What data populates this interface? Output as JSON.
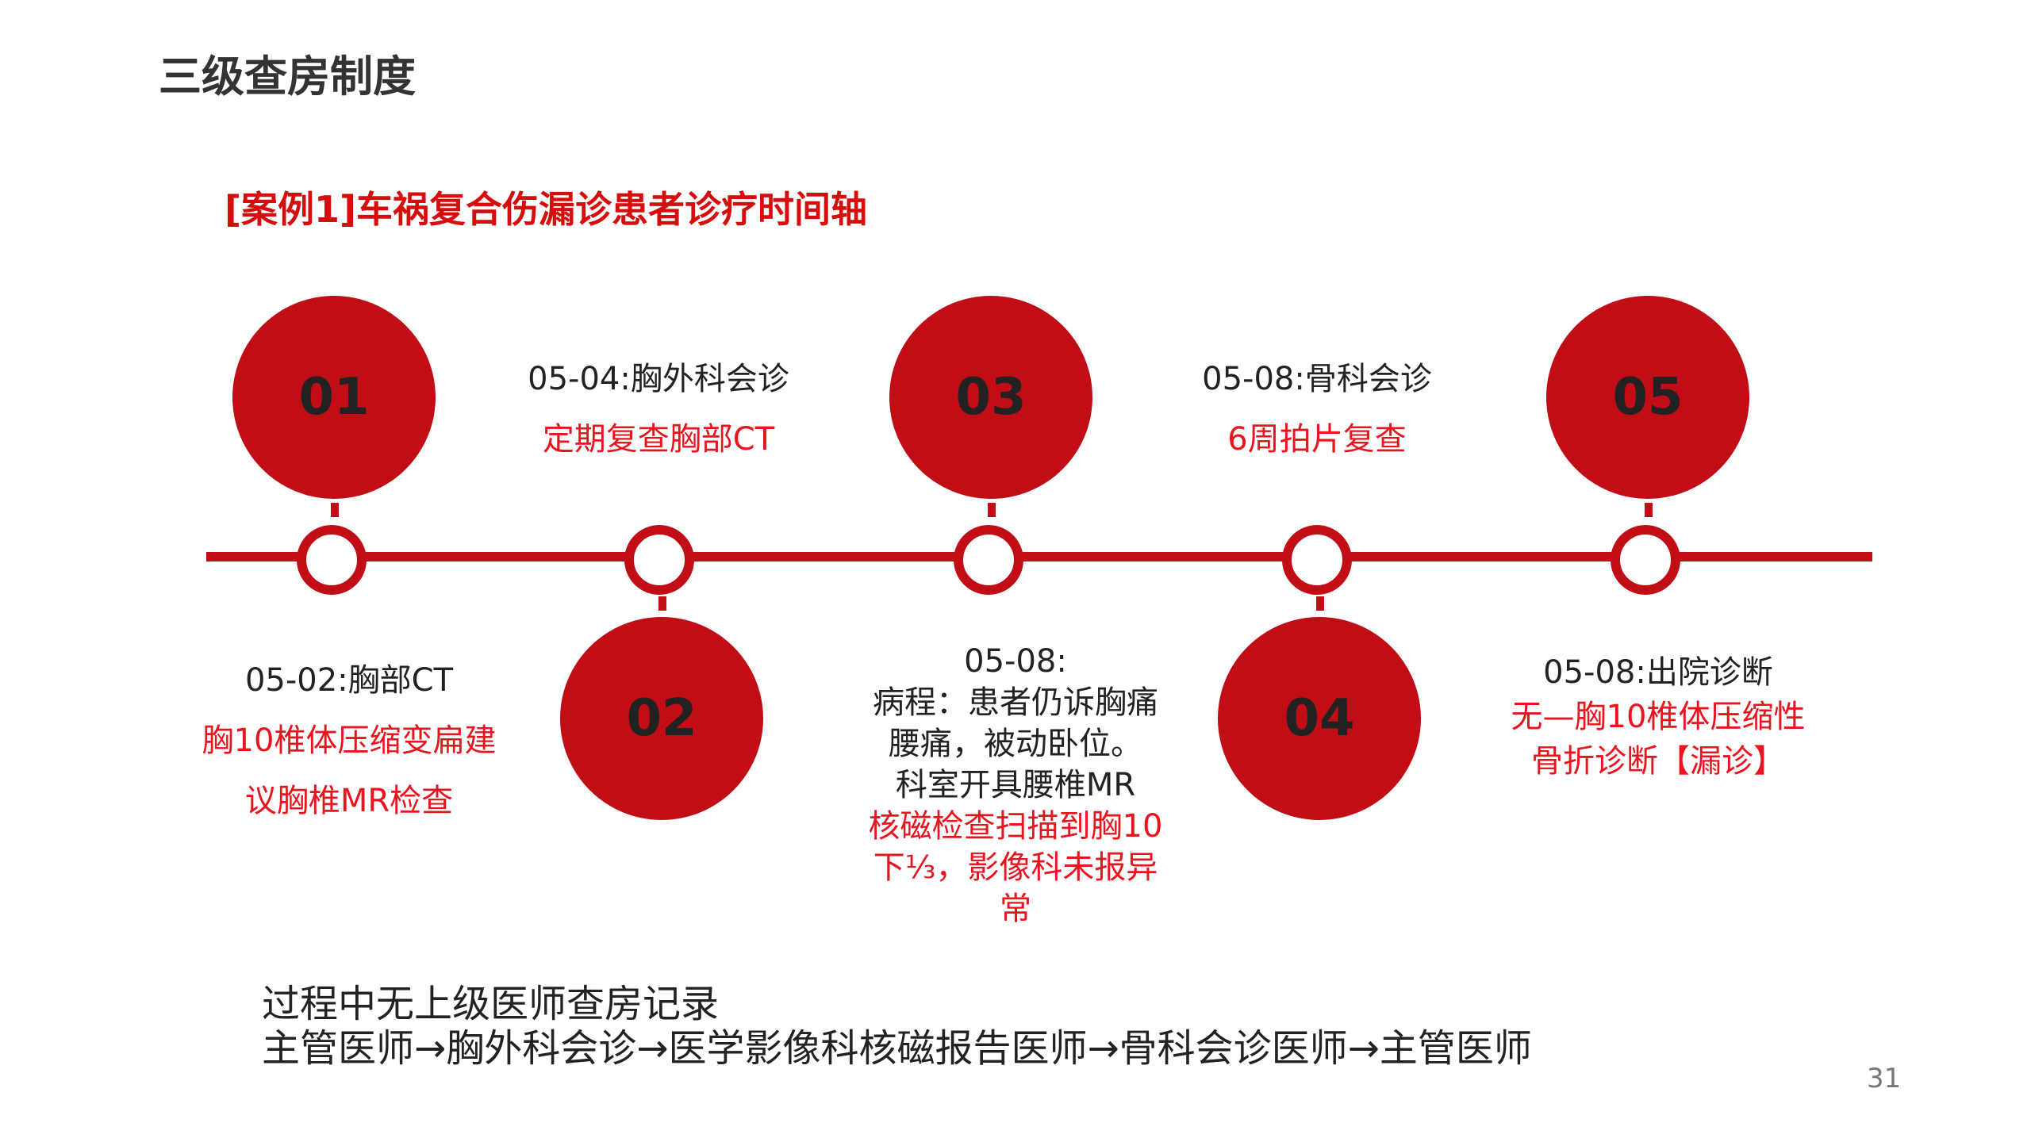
{
  "header": {
    "title": "三级查房制度"
  },
  "case_title": "[案例1]车祸复合伤漏诊患者诊疗时间轴",
  "steps": [
    {
      "number": "01",
      "lines": [
        {
          "text": "05-02:胸部CT",
          "color": "black"
        },
        {
          "text": "胸10椎体压缩变扁建",
          "color": "red"
        },
        {
          "text": "议胸椎MR检查",
          "color": "red"
        }
      ]
    },
    {
      "number": "02",
      "lines": [
        {
          "text": "05-04:胸外科会诊",
          "color": "black"
        },
        {
          "text": "定期复查胸部CT",
          "color": "red"
        }
      ]
    },
    {
      "number": "03",
      "lines": [
        {
          "text": "05-08:",
          "color": "black"
        },
        {
          "text": "病程：患者仍诉胸痛",
          "color": "black"
        },
        {
          "text": "腰痛，被动卧位。",
          "color": "black"
        },
        {
          "text": "科室开具腰椎MR",
          "color": "black"
        },
        {
          "text": "核磁检查扫描到胸10",
          "color": "red"
        },
        {
          "text": "下⅓，影像科未报异",
          "color": "red"
        },
        {
          "text": "常",
          "color": "red"
        }
      ]
    },
    {
      "number": "04",
      "lines": [
        {
          "text": "05-08:骨科会诊",
          "color": "black"
        },
        {
          "text": "6周拍片复查",
          "color": "red"
        }
      ]
    },
    {
      "number": "05",
      "lines": [
        {
          "text": "05-08:出院诊断",
          "color": "black"
        },
        {
          "text": "无—胸10椎体压缩性",
          "color": "red"
        },
        {
          "text": "骨折诊断【漏诊】",
          "color": "red"
        }
      ]
    }
  ],
  "footer": {
    "line1": "过程中无上级医师查房记录",
    "line2": "主管医师→胸外科会诊→医学影像科核磁报告医师→骨科会诊医师→主管医师"
  },
  "page_number": "31",
  "colors": {
    "accent": "#c00d16",
    "highlight_text": "#e8141e",
    "title_red": "#d60d0d"
  }
}
